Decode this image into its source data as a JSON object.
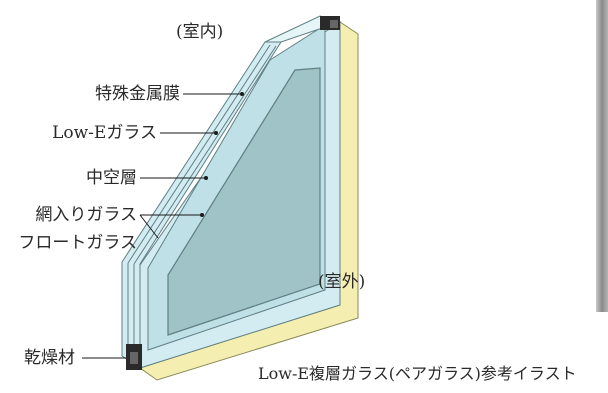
{
  "labels": {
    "indoor": "(室内)",
    "outdoor": "(室外)",
    "special_metal_film": "特殊金属膜",
    "low_e_glass": "Low-Eガラス",
    "hollow_layer": "中空層",
    "wired_glass": "網入りガラス",
    "float_glass": "フロートガラス",
    "desiccant": "乾燥材"
  },
  "caption": "Low-E複層ガラス(ペアガラス)参考イラスト",
  "colors": {
    "glass_front": "#9fc3c6",
    "glass_light": "#d3ecf2",
    "glass_edge": "#bfe0e6",
    "spacer_yellow": "#f4efb0",
    "frame_dark": "#2a2a2a",
    "line": "#1a1a1a"
  }
}
